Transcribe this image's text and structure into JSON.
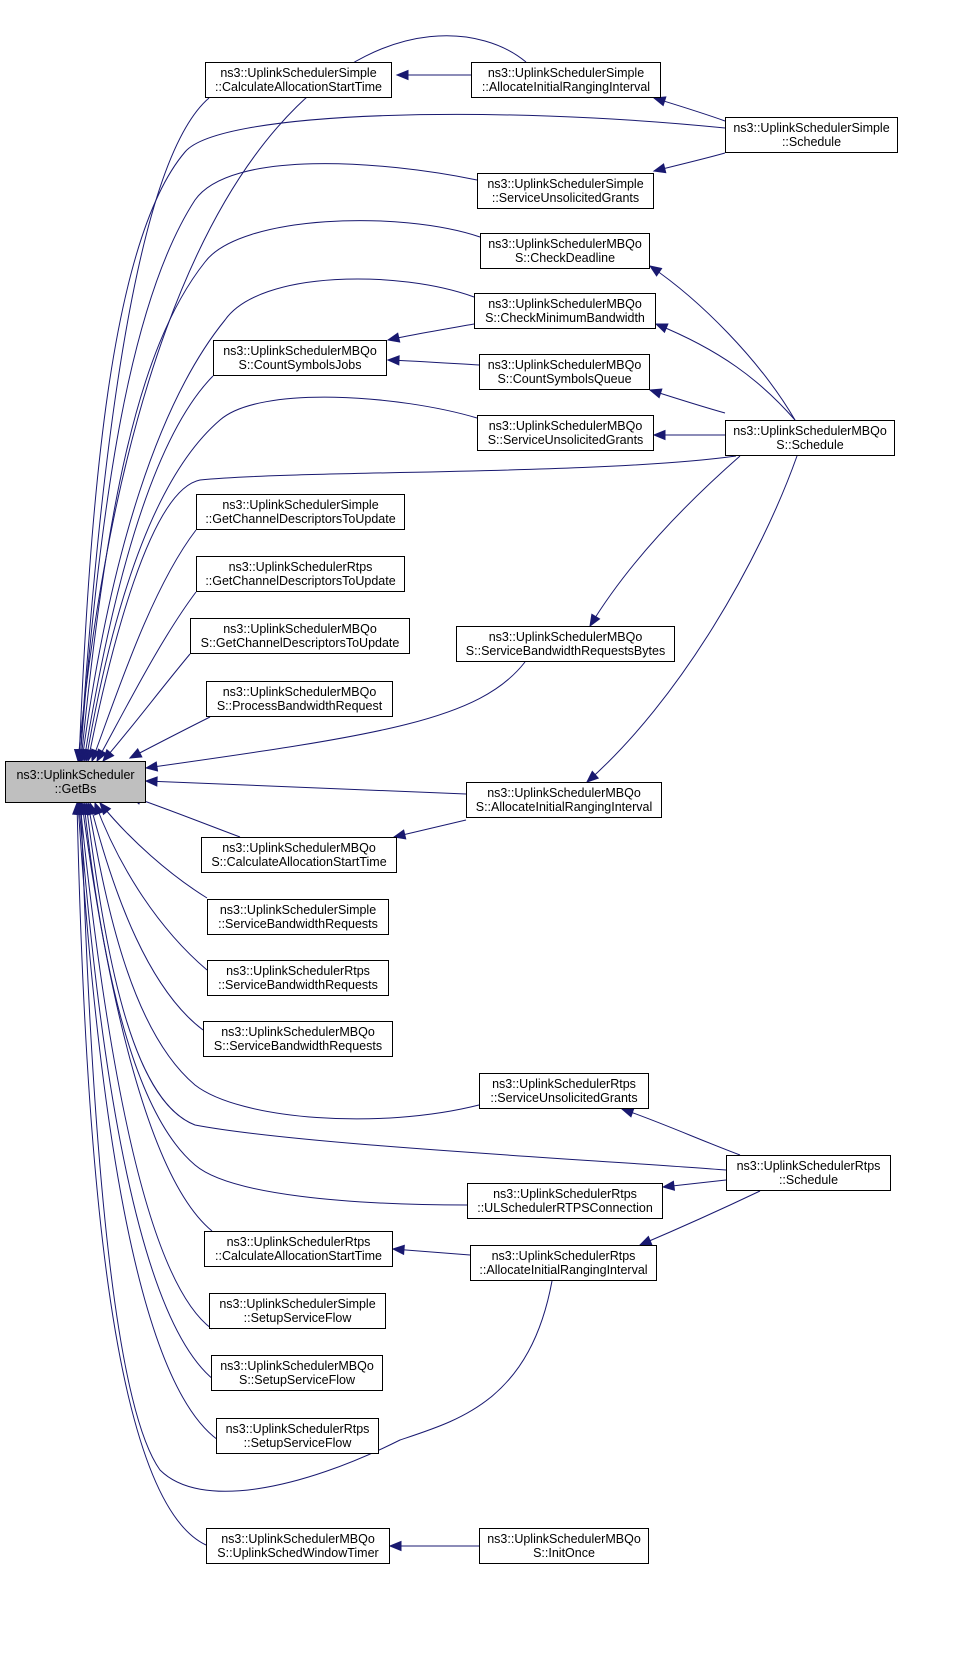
{
  "graph": {
    "edge_color": "#191970",
    "root": "getbs",
    "nodes": {
      "getbs": {
        "l1": "ns3::UplinkScheduler",
        "l2": "::GetBs"
      },
      "s_calc": {
        "l1": "ns3::UplinkSchedulerSimple",
        "l2": "::CalculateAllocationStartTime"
      },
      "s_alloc": {
        "l1": "ns3::UplinkSchedulerSimple",
        "l2": "::AllocateInitialRangingInterval"
      },
      "s_sched": {
        "l1": "ns3::UplinkSchedulerSimple",
        "l2": "::Schedule"
      },
      "s_unsol": {
        "l1": "ns3::UplinkSchedulerSimple",
        "l2": "::ServiceUnsolicitedGrants"
      },
      "m_dead": {
        "l1": "ns3::UplinkSchedulerMBQo",
        "l2": "S::CheckDeadline"
      },
      "m_minbw": {
        "l1": "ns3::UplinkSchedulerMBQo",
        "l2": "S::CheckMinimumBandwidth"
      },
      "m_csj": {
        "l1": "ns3::UplinkSchedulerMBQo",
        "l2": "S::CountSymbolsJobs"
      },
      "m_csq": {
        "l1": "ns3::UplinkSchedulerMBQo",
        "l2": "S::CountSymbolsQueue"
      },
      "m_unsol": {
        "l1": "ns3::UplinkSchedulerMBQo",
        "l2": "S::ServiceUnsolicitedGrants"
      },
      "m_sched": {
        "l1": "ns3::UplinkSchedulerMBQo",
        "l2": "S::Schedule"
      },
      "s_chan": {
        "l1": "ns3::UplinkSchedulerSimple",
        "l2": "::GetChannelDescriptorsToUpdate"
      },
      "r_chan": {
        "l1": "ns3::UplinkSchedulerRtps",
        "l2": "::GetChannelDescriptorsToUpdate"
      },
      "m_chan": {
        "l1": "ns3::UplinkSchedulerMBQo",
        "l2": "S::GetChannelDescriptorsToUpdate"
      },
      "m_sbrb": {
        "l1": "ns3::UplinkSchedulerMBQo",
        "l2": "S::ServiceBandwidthRequestsBytes"
      },
      "m_pbr": {
        "l1": "ns3::UplinkSchedulerMBQo",
        "l2": "S::ProcessBandwidthRequest"
      },
      "m_alloc": {
        "l1": "ns3::UplinkSchedulerMBQo",
        "l2": "S::AllocateInitialRangingInterval"
      },
      "m_calc": {
        "l1": "ns3::UplinkSchedulerMBQo",
        "l2": "S::CalculateAllocationStartTime"
      },
      "s_sbr": {
        "l1": "ns3::UplinkSchedulerSimple",
        "l2": "::ServiceBandwidthRequests"
      },
      "r_sbr": {
        "l1": "ns3::UplinkSchedulerRtps",
        "l2": "::ServiceBandwidthRequests"
      },
      "m_sbr": {
        "l1": "ns3::UplinkSchedulerMBQo",
        "l2": "S::ServiceBandwidthRequests"
      },
      "r_unsol": {
        "l1": "ns3::UplinkSchedulerRtps",
        "l2": "::ServiceUnsolicitedGrants"
      },
      "r_sched": {
        "l1": "ns3::UplinkSchedulerRtps",
        "l2": "::Schedule"
      },
      "r_ulrtps": {
        "l1": "ns3::UplinkSchedulerRtps",
        "l2": "::ULSchedulerRTPSConnection"
      },
      "r_calc": {
        "l1": "ns3::UplinkSchedulerRtps",
        "l2": "::CalculateAllocationStartTime"
      },
      "r_alloc": {
        "l1": "ns3::UplinkSchedulerRtps",
        "l2": "::AllocateInitialRangingInterval"
      },
      "s_setup": {
        "l1": "ns3::UplinkSchedulerSimple",
        "l2": "::SetupServiceFlow"
      },
      "m_setup": {
        "l1": "ns3::UplinkSchedulerMBQo",
        "l2": "S::SetupServiceFlow"
      },
      "r_setup": {
        "l1": "ns3::UplinkSchedulerRtps",
        "l2": "::SetupServiceFlow"
      },
      "m_uswt": {
        "l1": "ns3::UplinkSchedulerMBQo",
        "l2": "S::UplinkSchedWindowTimer"
      },
      "m_init": {
        "l1": "ns3::UplinkSchedulerMBQo",
        "l2": "S::InitOnce"
      }
    },
    "edges": [
      [
        "s_alloc",
        "s_calc"
      ],
      [
        "s_sched",
        "s_alloc"
      ],
      [
        "s_sched",
        "s_unsol"
      ],
      [
        "m_minbw",
        "m_csj"
      ],
      [
        "m_csq",
        "m_csj"
      ],
      [
        "m_sched",
        "m_dead"
      ],
      [
        "m_sched",
        "m_minbw"
      ],
      [
        "m_sched",
        "m_csq"
      ],
      [
        "m_sched",
        "m_unsol"
      ],
      [
        "m_sched",
        "m_sbrb"
      ],
      [
        "m_sched",
        "m_alloc"
      ],
      [
        "m_alloc",
        "m_calc"
      ],
      [
        "r_sched",
        "r_unsol"
      ],
      [
        "r_sched",
        "r_ulrtps"
      ],
      [
        "r_sched",
        "r_alloc"
      ],
      [
        "r_alloc",
        "r_calc"
      ],
      [
        "m_init",
        "m_uswt"
      ],
      [
        "s_calc",
        "getbs"
      ],
      [
        "s_alloc",
        "getbs"
      ],
      [
        "s_sched",
        "getbs"
      ],
      [
        "s_unsol",
        "getbs"
      ],
      [
        "m_dead",
        "getbs"
      ],
      [
        "m_minbw",
        "getbs"
      ],
      [
        "m_csj",
        "getbs"
      ],
      [
        "m_unsol",
        "getbs"
      ],
      [
        "m_sched",
        "getbs"
      ],
      [
        "s_chan",
        "getbs"
      ],
      [
        "r_chan",
        "getbs"
      ],
      [
        "m_chan",
        "getbs"
      ],
      [
        "m_pbr",
        "getbs"
      ],
      [
        "m_sbrb",
        "getbs"
      ],
      [
        "m_alloc",
        "getbs"
      ],
      [
        "m_calc",
        "getbs"
      ],
      [
        "s_sbr",
        "getbs"
      ],
      [
        "r_sbr",
        "getbs"
      ],
      [
        "m_sbr",
        "getbs"
      ],
      [
        "r_unsol",
        "getbs"
      ],
      [
        "r_sched",
        "getbs"
      ],
      [
        "r_ulrtps",
        "getbs"
      ],
      [
        "r_calc",
        "getbs"
      ],
      [
        "r_alloc",
        "getbs"
      ],
      [
        "s_setup",
        "getbs"
      ],
      [
        "m_setup",
        "getbs"
      ],
      [
        "r_setup",
        "getbs"
      ],
      [
        "m_uswt",
        "getbs"
      ]
    ]
  }
}
